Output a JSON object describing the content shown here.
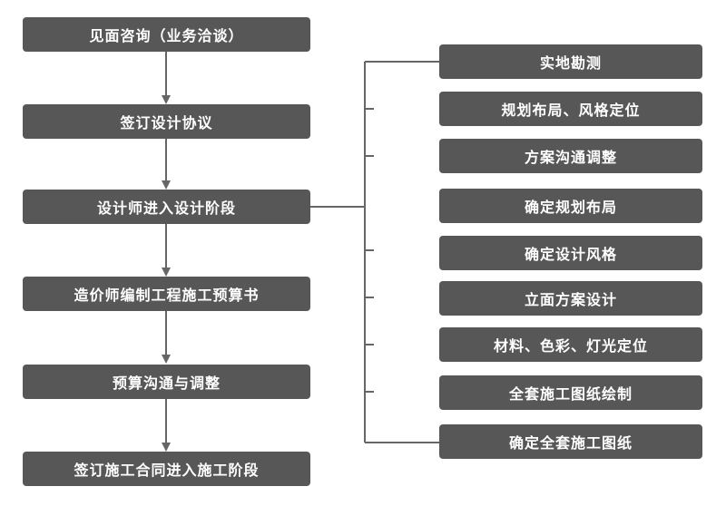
{
  "main_flow": [
    "见面咨询（业务洽谈）",
    "签订设计协议",
    "设计师进入设计阶段",
    "造价师编制工程施工预算书",
    "预算沟通与调整",
    "签订施工合同进入施工阶段"
  ],
  "design_steps": [
    "实地勘测",
    "规划布局、风格定位",
    "方案沟通调整",
    "确定规划布局",
    "确定设计风格",
    "立面方案设计",
    "材料、色彩、灯光定位",
    "全套施工图纸绘制",
    "确定全套施工图纸"
  ],
  "colors": {
    "box": "#575757",
    "line": "#666666",
    "text": "#ffffff"
  }
}
